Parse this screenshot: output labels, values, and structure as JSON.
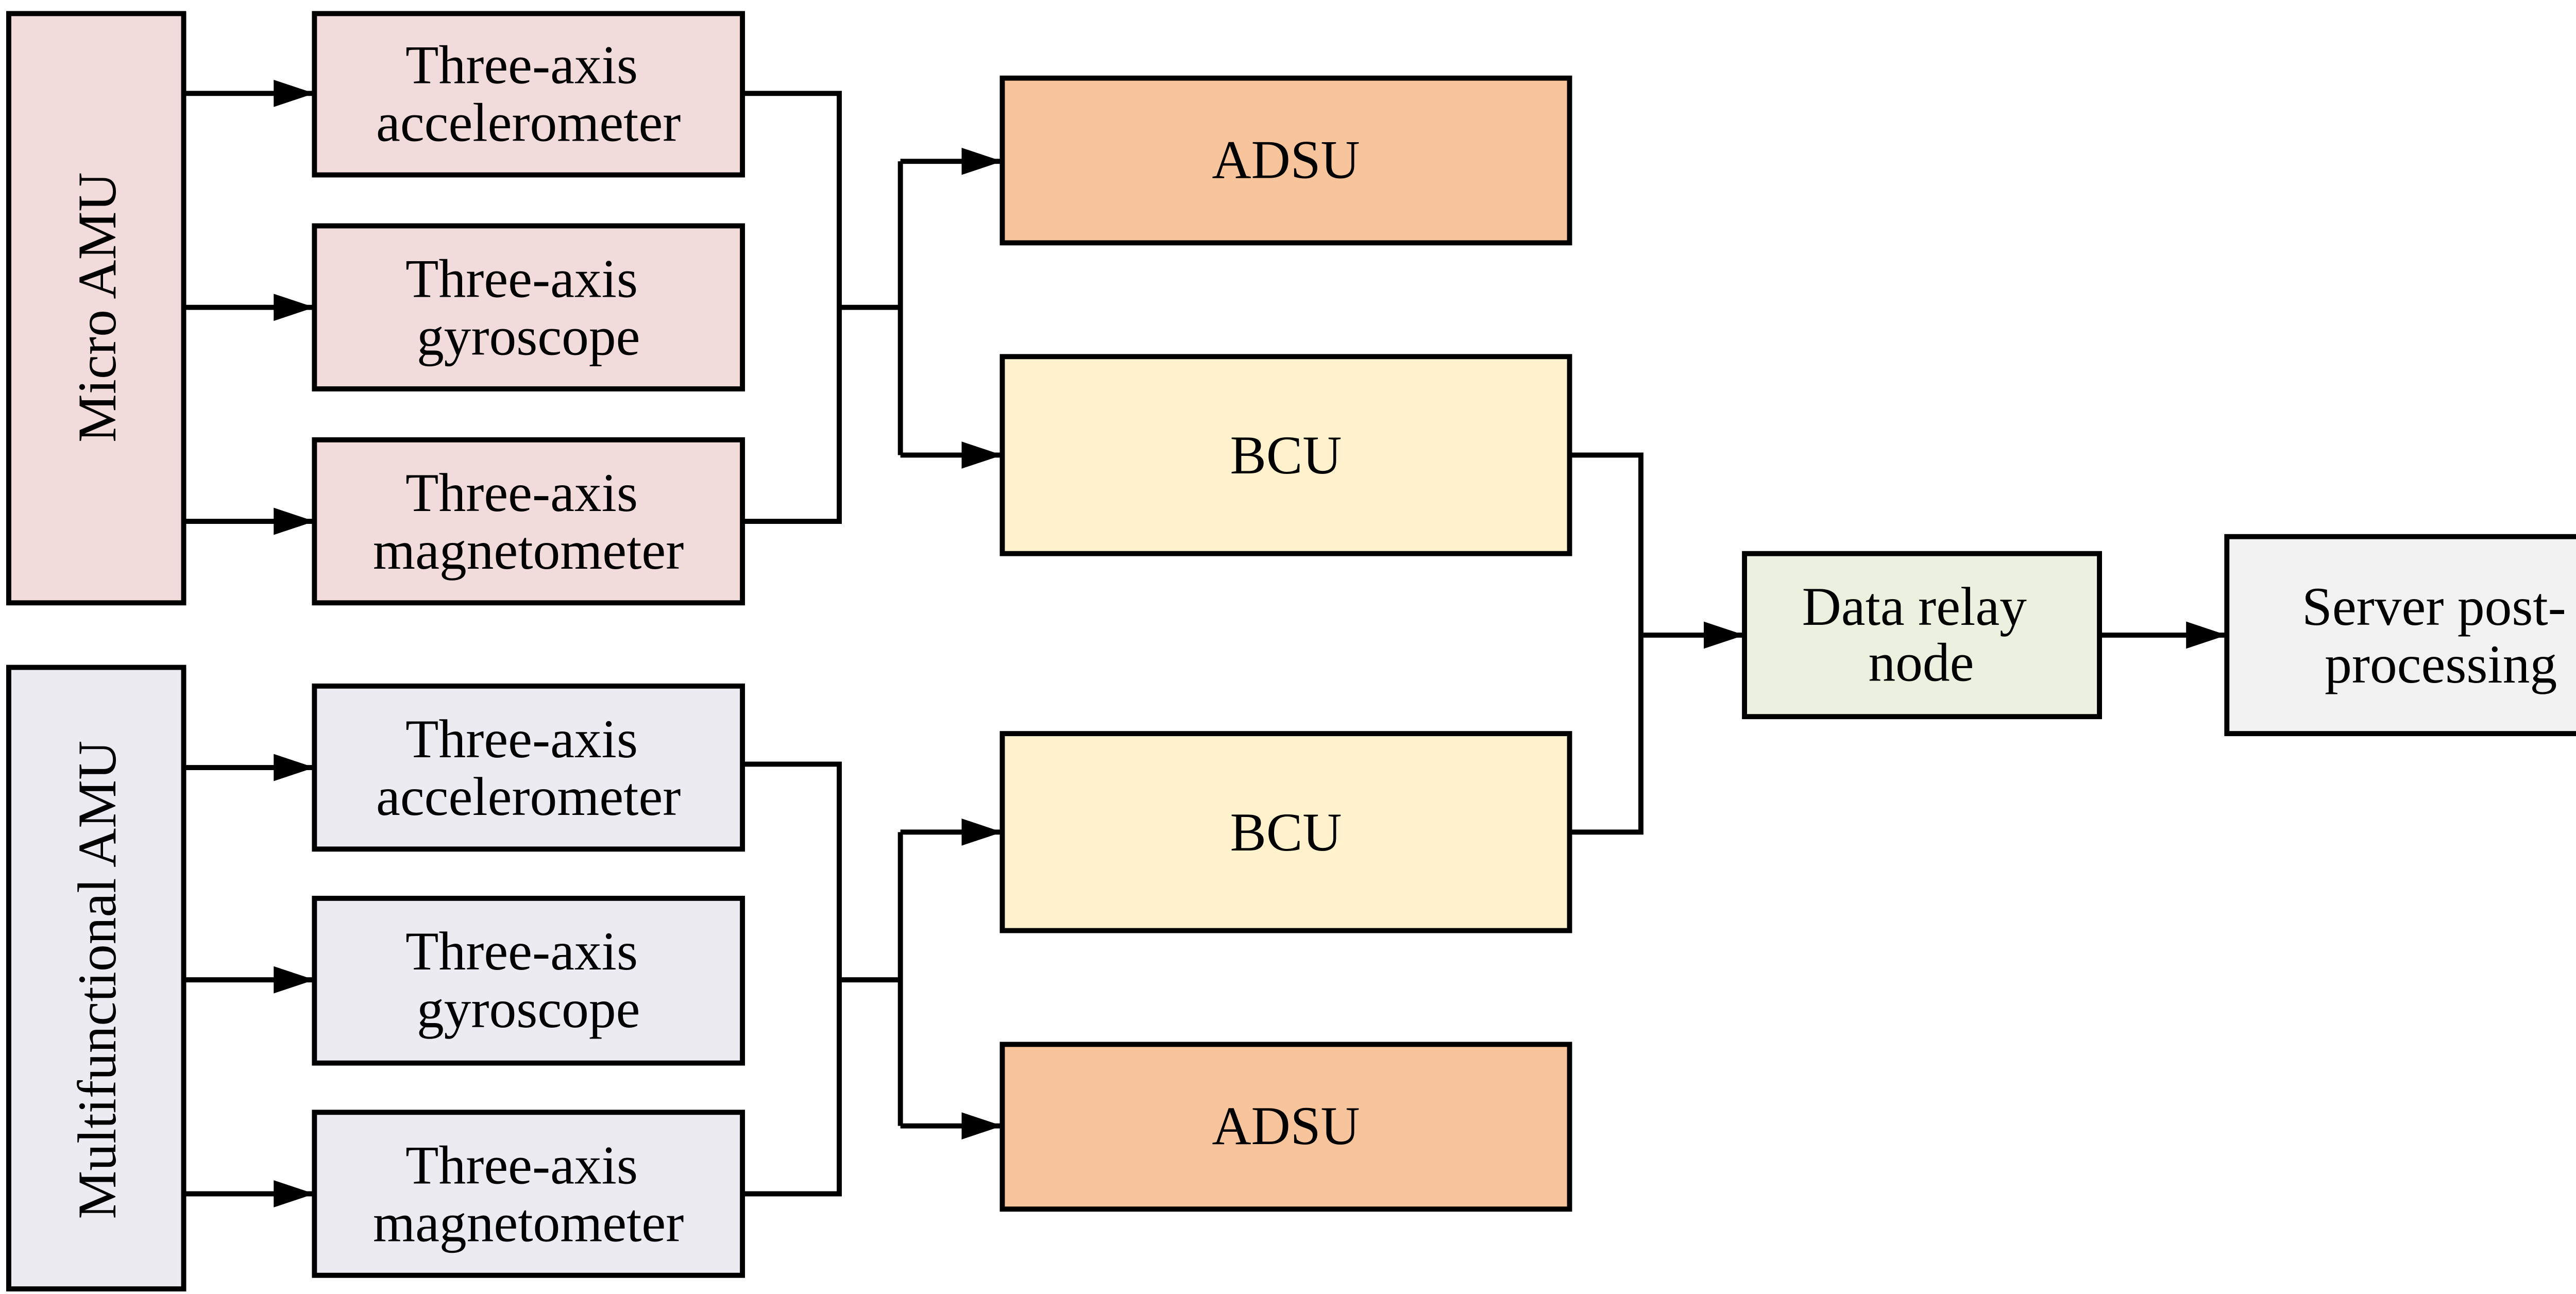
{
  "diagram": {
    "micro_group": {
      "unit_label": "Micro AMU",
      "accelerometer": {
        "line1": "Three-axis",
        "line2": "accelerometer"
      },
      "gyroscope": {
        "line1": "Three-axis",
        "line2": "gyroscope"
      },
      "magnetometer": {
        "line1": "Three-axis",
        "line2": "magnetometer"
      },
      "adsu_label": "ADSU",
      "bcu_label": "BCU"
    },
    "multifunctional_group": {
      "unit_label": "Multifunctional AMU",
      "accelerometer": {
        "line1": "Three-axis",
        "line2": "accelerometer"
      },
      "gyroscope": {
        "line1": "Three-axis",
        "line2": "gyroscope"
      },
      "magnetometer": {
        "line1": "Three-axis",
        "line2": "magnetometer"
      },
      "bcu_label": "BCU",
      "adsu_label": "ADSU"
    },
    "relay": {
      "line1": "Data relay",
      "line2": "node"
    },
    "server": {
      "line1": "Server post-",
      "line2": "processing"
    }
  },
  "colors": {
    "micro_amu": "#f2dcdb",
    "multifunctional_amu": "#ecebf2",
    "adsu": "#f8c49b",
    "bcu": "#fff2cc",
    "relay": "#ebf1de",
    "server": "#f2f2f2",
    "line": "#000000"
  }
}
